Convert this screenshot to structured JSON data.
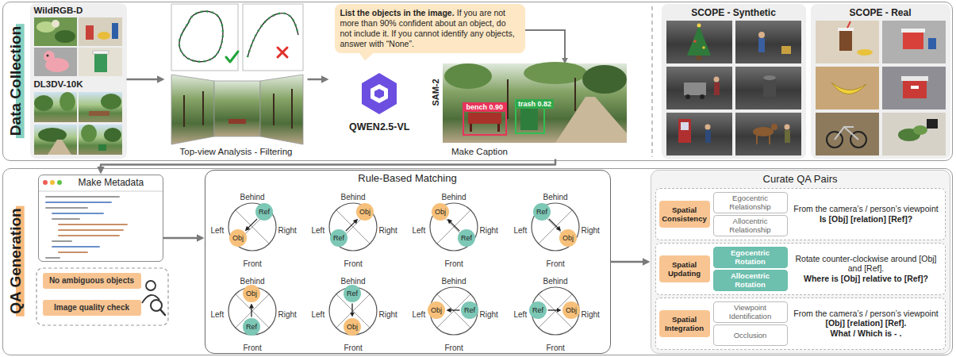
{
  "diagram": {
    "nodes": [
      {
        "text": [
          "Data Collection"
        ]
      },
      {
        "text": [
          "WildRGB-D",
          "DL3DV-10K"
        ],
        "in": 0
      },
      {
        "text": [
          "Top-view Analysis - Filtering"
        ],
        "in": 0
      },
      {
        "text": [
          "Make Caption"
        ],
        "in": 0
      },
      {
        "text": [
          "List the objects in the image.",
          "If you are not more than 90% confident about an object, do not include it. If you cannot identify any objects, answer with “None”."
        ],
        "in": 3
      },
      {
        "text": [
          "SCOPE - Synthetic"
        ],
        "in": 0
      },
      {
        "text": [
          "SCOPE - Real"
        ],
        "in": 0
      },
      {
        "text": [
          "QA Generation"
        ]
      },
      {
        "text": [
          "Make Metadata"
        ],
        "in": 7
      },
      {
        "text": [
          "No ambiguous objects"
        ],
        "in": 7
      },
      {
        "text": [
          "Image quality check"
        ],
        "in": 7
      },
      {
        "text": [
          "Rule-Based Matching"
        ],
        "in": 7
      },
      {
        "text": [
          "Obj"
        ],
        "in": 11
      },
      {
        "text": [
          "Ref"
        ],
        "in": 11
      },
      {
        "text": [
          "Obj"
        ],
        "in": 11
      },
      {
        "text": [
          "Ref"
        ],
        "in": 11
      },
      {
        "text": [
          "Obj"
        ],
        "in": 11
      },
      {
        "text": [
          "Ref"
        ],
        "in": 11
      },
      {
        "text": [
          "Obj"
        ],
        "in": 11
      },
      {
        "text": [
          "Ref"
        ],
        "in": 11
      },
      {
        "text": [
          "Obj"
        ],
        "in": 11
      },
      {
        "text": [
          "Ref"
        ],
        "in": 11
      },
      {
        "text": [
          "Obj"
        ],
        "in": 11
      },
      {
        "text": [
          "Ref"
        ],
        "in": 11
      },
      {
        "text": [
          "Obj"
        ],
        "in": 11
      },
      {
        "text": [
          "Ref"
        ],
        "in": 11
      },
      {
        "text": [
          "Obj"
        ],
        "in": 11
      },
      {
        "text": [
          "Ref"
        ],
        "in": 11
      },
      {
        "text": [
          "Curate QA Pairs"
        ],
        "in": 7
      },
      {
        "text": [
          "From the camera’s / person’s viewpoint",
          "Is [Obj] [relation] [Ref]?"
        ],
        "in": 28
      },
      {
        "text": [
          "Spatial Consistency"
        ],
        "in": 29
      },
      {
        "text": [
          "Egocentric Relationship"
        ],
        "in": 29
      },
      {
        "text": [
          "Allocentric Relationship"
        ],
        "in": 29
      },
      {
        "text": [
          "Rotate counter-clockwise around [Obj] and [Ref].",
          "Where is [Obj] relative to [Ref]?"
        ],
        "in": 28
      },
      {
        "text": [
          "Spatial Updating"
        ],
        "in": 33
      },
      {
        "text": [
          "Egocentric Rotation"
        ],
        "in": 33
      },
      {
        "text": [
          "Allocentric Rotation"
        ],
        "in": 33
      },
      {
        "text": [
          "From the camera’s / person’s viewpoint",
          "[Obj] [relation] [Ref].",
          "What / Which is - ."
        ],
        "in": 28
      },
      {
        "text": [
          "Spatial Integration"
        ],
        "in": 37
      },
      {
        "text": [
          "Viewpoint Identification"
        ],
        "in": 37
      },
      {
        "text": [
          "Occlusion"
        ],
        "in": 37
      }
    ],
    "edges": [
      {
        "from": 1,
        "to": 2,
        "arrow": "to"
      },
      {
        "from": 2,
        "to": 3,
        "arrow": "to"
      },
      {
        "from": 3,
        "to": 8,
        "arrow": "to"
      },
      {
        "from": 8,
        "to": 11,
        "arrow": "to"
      },
      {
        "from": 11,
        "to": 28,
        "arrow": "to"
      },
      {
        "from": 13,
        "to": 12,
        "arrow": "to"
      },
      {
        "from": 15,
        "to": 14,
        "arrow": "to"
      },
      {
        "from": 17,
        "to": 16,
        "arrow": "to"
      },
      {
        "from": 19,
        "to": 18,
        "arrow": "to"
      },
      {
        "from": 21,
        "to": 20,
        "arrow": "to"
      },
      {
        "from": 23,
        "to": 22,
        "arrow": "to"
      },
      {
        "from": 25,
        "to": 24,
        "arrow": "to"
      },
      {
        "from": 27,
        "to": 26,
        "arrow": "to"
      }
    ],
    "labels": [
      "QWEN2.5-VL",
      "SAM-2",
      "bench 0.90",
      "trash 0.82",
      "Behind",
      "Left",
      "Right",
      "Front",
      "Behind",
      "Left",
      "Right",
      "Front",
      "Behind",
      "Left",
      "Right",
      "Front",
      "Behind",
      "Left",
      "Right",
      "Front",
      "Behind",
      "Left",
      "Right",
      "Front",
      "Behind",
      "Left",
      "Right",
      "Front",
      "Behind",
      "Left",
      "Right",
      "Front",
      "Behind",
      "Left",
      "Right",
      "Front"
    ]
  }
}
